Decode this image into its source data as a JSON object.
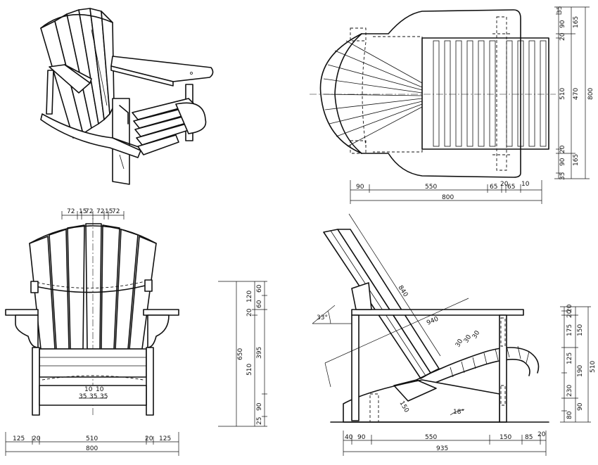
{
  "top_view": {
    "horizontal": {
      "segments": [
        "90",
        "550",
        "65",
        "20",
        "65",
        "10"
      ],
      "total": "800"
    },
    "vertical": {
      "inner": [
        "35",
        "90",
        "20",
        "510",
        "20",
        "90",
        "35"
      ],
      "outer": [
        "165",
        "470",
        "165"
      ],
      "total": "800"
    }
  },
  "front_view": {
    "top_segments": [
      "72",
      "15",
      "72",
      "72",
      "15",
      "72"
    ],
    "bottom": {
      "segments": [
        "125",
        "20",
        "510",
        "20",
        "125"
      ],
      "total": "800"
    },
    "center": [
      "10",
      "10",
      "35",
      "35",
      "35"
    ],
    "height": {
      "total": "650",
      "col1": [
        "120",
        "20",
        "510"
      ],
      "col2": [
        "60",
        "60",
        "395",
        "90",
        "25"
      ]
    }
  },
  "side_view": {
    "back_length": "840",
    "arm_length": "940",
    "seat_angle": "33°",
    "leg_angle": "18°",
    "small_dims": [
      "30",
      "30",
      "30",
      "150"
    ],
    "bottom": {
      "segments": [
        "40",
        "90",
        "550",
        "150",
        "85",
        "20"
      ],
      "total": "935"
    },
    "right_inner": [
      "20",
      "20",
      "175",
      "125",
      "230",
      "80"
    ],
    "right_mid": [
      "150",
      "190",
      "90"
    ],
    "right_total": "510"
  }
}
